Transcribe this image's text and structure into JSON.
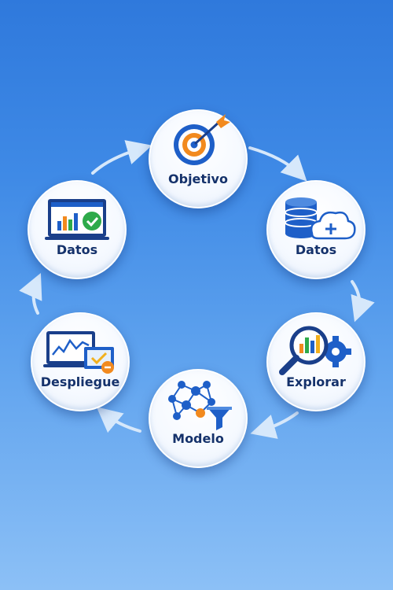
{
  "diagram": {
    "nodes": [
      {
        "id": "objetivo",
        "label": "Objetivo",
        "icon": "target-icon"
      },
      {
        "id": "datos-right",
        "label": "Datos",
        "icon": "database-cloud-icon"
      },
      {
        "id": "explorar",
        "label": "Explorar",
        "icon": "magnifier-gear-icon"
      },
      {
        "id": "modelo",
        "label": "Modelo",
        "icon": "network-funnel-icon"
      },
      {
        "id": "despliegue",
        "label": "Despliegue",
        "icon": "monitor-chart-icon"
      },
      {
        "id": "datos-left",
        "label": "Datos",
        "icon": "laptop-check-icon"
      }
    ],
    "edges": [
      {
        "from": "objetivo",
        "to": "datos-right"
      },
      {
        "from": "datos-right",
        "to": "explorar"
      },
      {
        "from": "explorar",
        "to": "modelo"
      },
      {
        "from": "modelo",
        "to": "despliegue"
      },
      {
        "from": "despliegue",
        "to": "datos-left"
      },
      {
        "from": "datos-left",
        "to": "objetivo"
      }
    ],
    "colors": {
      "background_top": "#2f79dc",
      "background_bottom": "#8cc0f6",
      "label": "#15326b",
      "arrow": "#d6e8fb",
      "accent_orange": "#f28a1e",
      "accent_blue": "#1e5fc8",
      "accent_green": "#2eaa4a"
    }
  }
}
